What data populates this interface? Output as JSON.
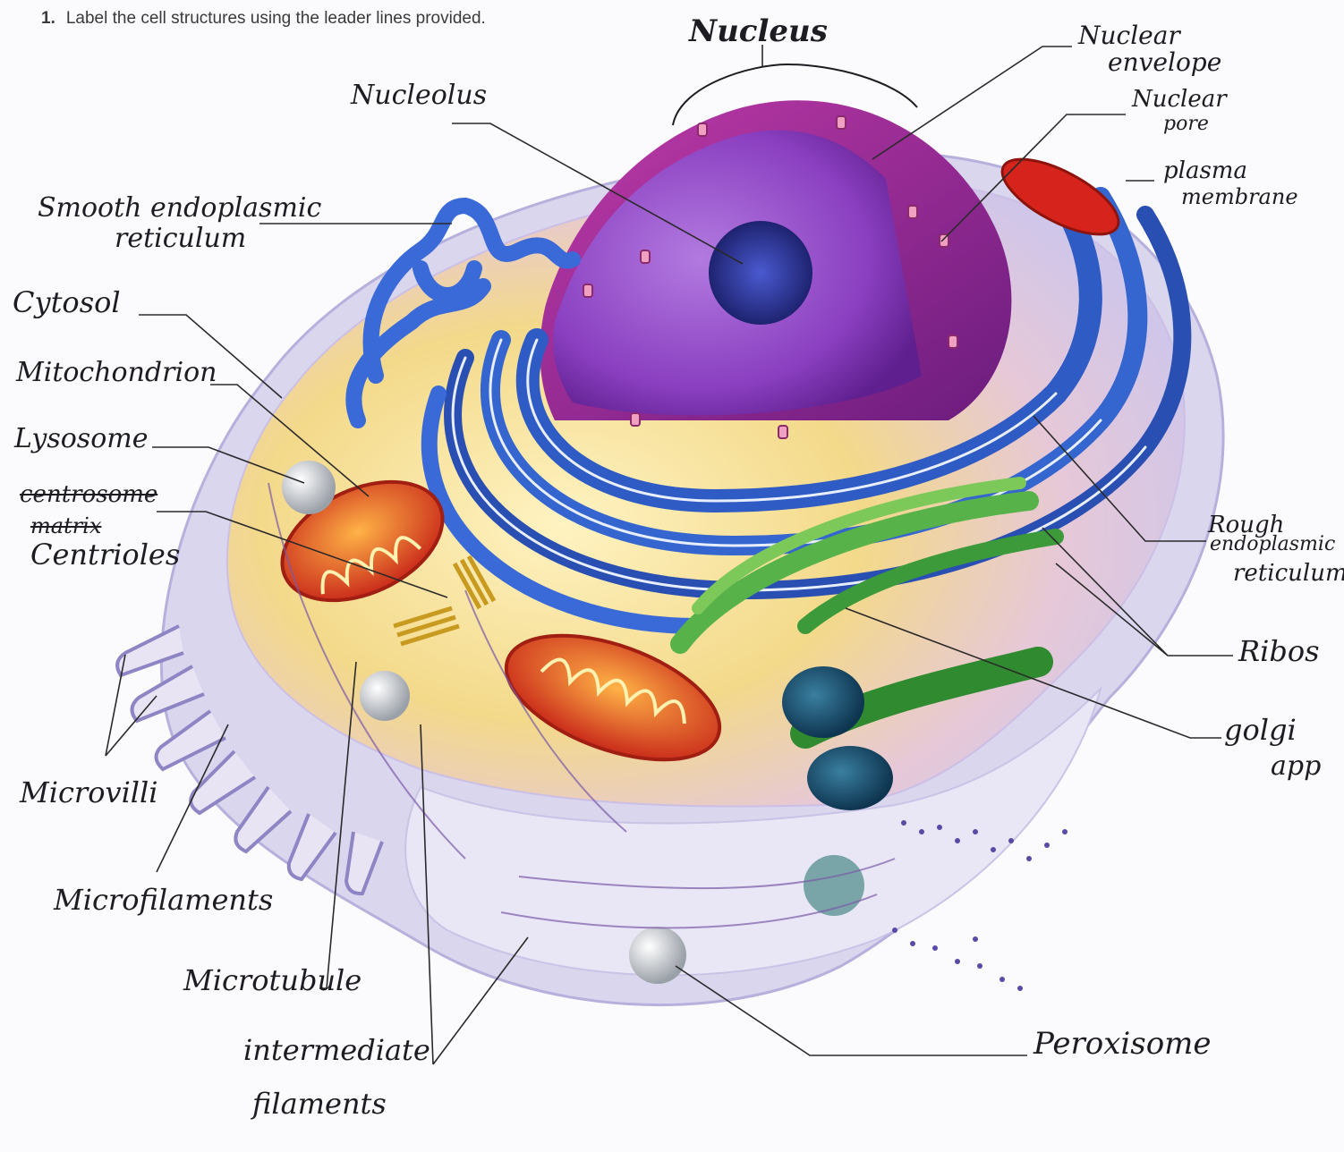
{
  "instruction": {
    "number": "1.",
    "text": "Label the cell structures using the leader lines provided."
  },
  "labels": {
    "nucleus": "Nucleus",
    "nuclear_envelope_1": "Nuclear",
    "nuclear_envelope_2": "envelope",
    "nucleolus": "Nucleolus",
    "nuclear_pore_1": "Nuclear",
    "nuclear_pore_2": "pore",
    "plasma_membrane_1": "plasma",
    "plasma_membrane_2": "membrane",
    "smooth_er_1": "Smooth endoplasmic",
    "smooth_er_2": "reticulum",
    "cytosol": "Cytosol",
    "mitochondrion": "Mitochondrion",
    "lysosome": "Lysosome",
    "crossed_1": "centrosome",
    "crossed_2": "matrix",
    "centrioles": "Centrioles",
    "rough_er_1": "Rough",
    "rough_er_2": "endoplasmic",
    "rough_er_3": "reticulum",
    "ribosomes": "Ribos",
    "golgi_1": "golgi",
    "golgi_2": "app",
    "microvilli": "Microvilli",
    "microfilaments": "Microfilaments",
    "microtubule": "Microtubule",
    "intermediate_1": "intermediate",
    "intermediate_2": "filaments",
    "peroxisome": "Peroxisome"
  },
  "colors": {
    "nucleus": "#8a3fc0",
    "nucleolus": "#2a2f8f",
    "rough_er": "#2f5bc4",
    "smooth_er": "#3a6ad8",
    "golgi": "#3c9a3a",
    "mitochondrion": "#d2321f",
    "cytoplasm": "#f3d98a",
    "membrane": "#d9d6ee",
    "leader": "#2a2a2a"
  }
}
